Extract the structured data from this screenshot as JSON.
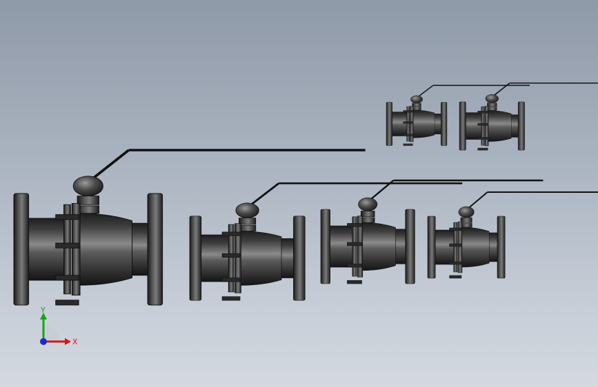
{
  "viewport": {
    "background_top": "#8f9aa8",
    "background_bottom": "#d4d9e0"
  },
  "model": {
    "part_type": "flanged ball valve with lever handle",
    "instance_count": 6,
    "body_color": "#3a3a3a",
    "highlight_color": "#9a9a9a",
    "handle_color": "#111111"
  },
  "triad": {
    "x_label": "X",
    "y_label": "Y",
    "x_color": "#d01818",
    "y_color": "#18a418",
    "z_color": "#1c2ad0"
  }
}
